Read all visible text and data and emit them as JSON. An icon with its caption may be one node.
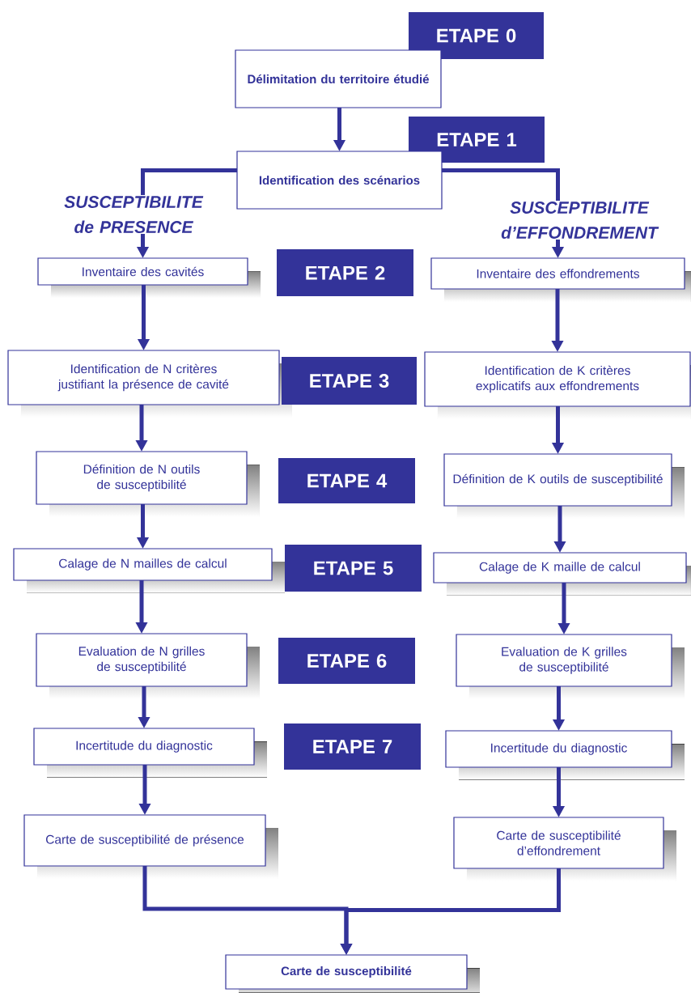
{
  "diagram": {
    "nodes": [
      {
        "text": [
          "ETAPE 0"
        ]
      },
      {
        "text": [
          "Délimitation du territoire étudié"
        ]
      },
      {
        "text": [
          "ETAPE 1"
        ]
      },
      {
        "text": [
          "Identification des scénarios"
        ]
      },
      {
        "text": [
          "Inventaire des cavités"
        ]
      },
      {
        "text": [
          "ETAPE 2"
        ]
      },
      {
        "text": [
          "Inventaire des effondrements"
        ]
      },
      {
        "text": [
          "Identification de N critères justifiant la présence de cavité"
        ]
      },
      {
        "text": [
          "ETAPE 3"
        ]
      },
      {
        "text": [
          "Identification de K critères explicatifs aux effondrements"
        ]
      },
      {
        "text": [
          "Définition de N outils de susceptibilité"
        ]
      },
      {
        "text": [
          "ETAPE 4"
        ]
      },
      {
        "text": [
          "Définition de K outils de susceptibilité"
        ]
      },
      {
        "text": [
          "Calage de N mailles de calcul"
        ]
      },
      {
        "text": [
          "ETAPE 5"
        ]
      },
      {
        "text": [
          "Calage de K maille de calcul"
        ]
      },
      {
        "text": [
          "Evaluation de N grilles de susceptibilité"
        ]
      },
      {
        "text": [
          "ETAPE 6"
        ]
      },
      {
        "text": [
          "Evaluation de K grilles de susceptibilité"
        ]
      },
      {
        "text": [
          "Incertitude du diagnostic"
        ]
      },
      {
        "text": [
          "ETAPE 7"
        ]
      },
      {
        "text": [
          "Incertitude du diagnostic"
        ]
      },
      {
        "text": [
          "Carte de susceptibilité de présence"
        ]
      },
      {
        "text": [
          "Carte de susceptibilité d’effondrement"
        ]
      },
      {
        "text": [
          "Carte de susceptibilité"
        ]
      }
    ],
    "edges": [
      {
        "from": 1,
        "to": 3,
        "arrow": "to"
      },
      {
        "from": 3,
        "to": 4,
        "arrow": "to"
      },
      {
        "from": 3,
        "to": 6,
        "arrow": "to"
      },
      {
        "from": 4,
        "to": 7,
        "arrow": "to"
      },
      {
        "from": 7,
        "to": 10,
        "arrow": "to"
      },
      {
        "from": 10,
        "to": 13,
        "arrow": "to"
      },
      {
        "from": 13,
        "to": 16,
        "arrow": "to"
      },
      {
        "from": 16,
        "to": 19,
        "arrow": "to"
      },
      {
        "from": 19,
        "to": 22,
        "arrow": "to"
      },
      {
        "from": 6,
        "to": 9,
        "arrow": "to"
      },
      {
        "from": 9,
        "to": 12,
        "arrow": "to"
      },
      {
        "from": 12,
        "to": 15,
        "arrow": "to"
      },
      {
        "from": 15,
        "to": 18,
        "arrow": "to"
      },
      {
        "from": 18,
        "to": 21,
        "arrow": "to"
      },
      {
        "from": 21,
        "to": 23,
        "arrow": "to"
      },
      {
        "from": 22,
        "to": 24,
        "arrow": "to"
      },
      {
        "from": 23,
        "to": 24,
        "arrow": "to"
      }
    ],
    "labels": [
      "SUSCEPTIBILITE de PRESENCE",
      "SUSCEPTIBILITE d’EFFONDREMENT"
    ]
  }
}
